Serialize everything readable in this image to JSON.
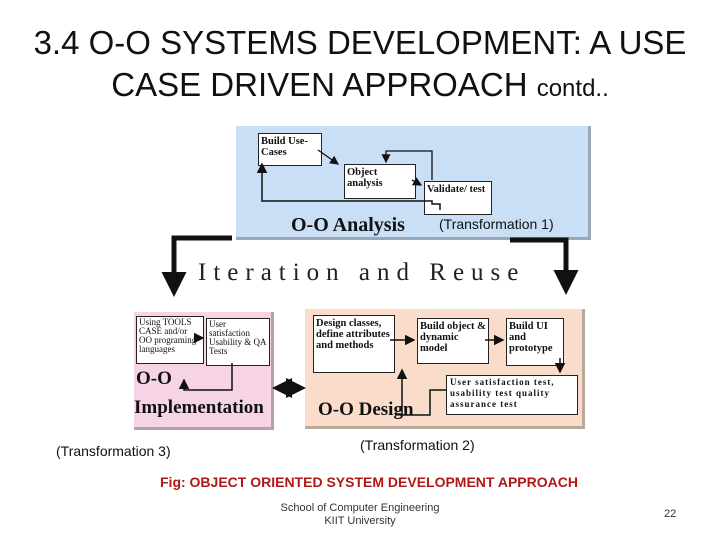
{
  "slide": {
    "title_main": "3.4  O-O  SYSTEMS DEVELOPMENT: A USE CASE DRIVEN APPROACH",
    "title_suffix": "contd..",
    "page_number": "22"
  },
  "analysis": {
    "build_use_cases": "Build Use-Cases",
    "object_analysis": "Object analysis",
    "validate_test": "Validate/ test",
    "label": "O-O Analysis"
  },
  "transformations": {
    "t1": "(Transformation 1)",
    "t2": "(Transformation 2)",
    "t3": "(Transformation 3)"
  },
  "iteration": {
    "label": "Iteration and Reuse"
  },
  "implementation": {
    "tools": "Using TOOLS CASE and/or OO programing languages",
    "user_tests": "User satisfaction Usability & QA Tests",
    "label_line1": "O-O",
    "label_line2": "Implementation"
  },
  "design": {
    "design_classes": "Design classes, define attributes and methods",
    "build_object": "Build object & dynamic model",
    "build_ui": "Build UI and prototype",
    "tests": "User satisfaction test, usability test quality assurance test",
    "label": "O-O Design"
  },
  "caption": "Fig: OBJECT ORIENTED SYSTEM DEVELOPMENT APPROACH",
  "footer": {
    "line1": "School of Computer Engineering",
    "line2": "KIIT University"
  },
  "colors": {
    "analysis_bg": "#c9dff6",
    "implementation_bg": "#f7d3e6",
    "design_bg": "#f9dcc9",
    "caption_red": "#b01818"
  }
}
